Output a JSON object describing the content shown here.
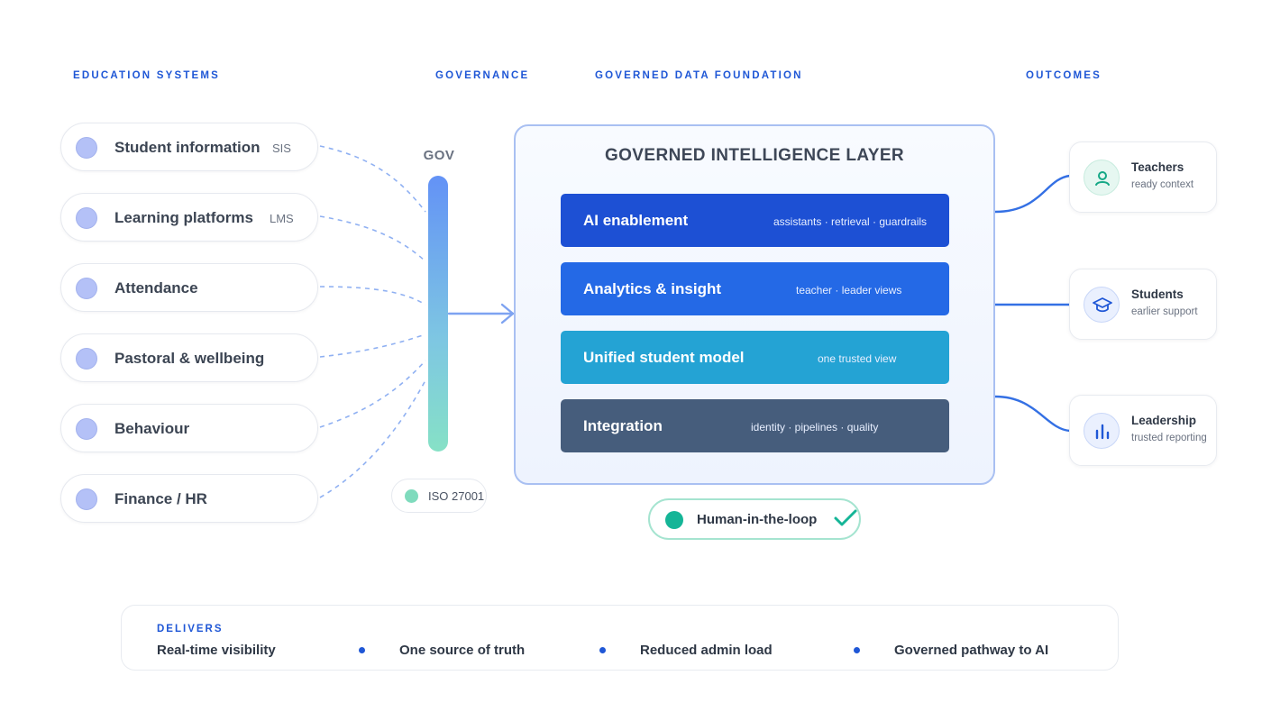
{
  "sections": {
    "education_systems": "EDUCATION SYSTEMS",
    "governance": "GOVERNANCE",
    "data_foundation": "GOVERNED DATA FOUNDATION",
    "outcomes": "OUTCOMES"
  },
  "sources": [
    {
      "label": "Student information",
      "tag": "SIS"
    },
    {
      "label": "Learning platforms",
      "tag": "LMS"
    },
    {
      "label": "Attendance",
      "tag": ""
    },
    {
      "label": "Pastoral & wellbeing",
      "tag": ""
    },
    {
      "label": "Behaviour",
      "tag": ""
    },
    {
      "label": "Finance / HR",
      "tag": ""
    }
  ],
  "governance": {
    "label": "GOV",
    "certification": "ISO 27001",
    "bar_gradient": [
      "#6392f6",
      "#86e1c6"
    ]
  },
  "layer": {
    "title": "GOVERNED INTELLIGENCE LAYER",
    "bands": [
      {
        "name": "AI enablement",
        "sub": "assistants · retrieval · guardrails",
        "color": "#1d50d4"
      },
      {
        "name": "Analytics & insight",
        "sub": "teacher · leader views",
        "color": "#2469e6"
      },
      {
        "name": "Unified student model",
        "sub": "one trusted view",
        "color": "#24a3d4"
      },
      {
        "name": "Integration",
        "sub": "identity · pipelines · quality",
        "color": "#465d7c"
      }
    ]
  },
  "human_in_loop": {
    "label": "Human-in-the-loop",
    "icon": "check-icon",
    "color": "#15b597"
  },
  "outcomes": [
    {
      "title": "Teachers",
      "sub": "ready context",
      "icon": "person-icon"
    },
    {
      "title": "Students",
      "sub": "earlier support",
      "icon": "graduation-cap-icon"
    },
    {
      "title": "Leadership",
      "sub": "trusted reporting",
      "icon": "bar-chart-icon"
    }
  ],
  "delivers": {
    "heading": "DELIVERS",
    "items": [
      "Real-time visibility",
      "One source of truth",
      "Reduced admin load",
      "Governed pathway to AI"
    ]
  },
  "colors": {
    "accent": "#1f57d6",
    "connector_dashed": "#8fb0f2",
    "connector_solid": "#3470e4",
    "source_dot": "#b4c1f7"
  }
}
